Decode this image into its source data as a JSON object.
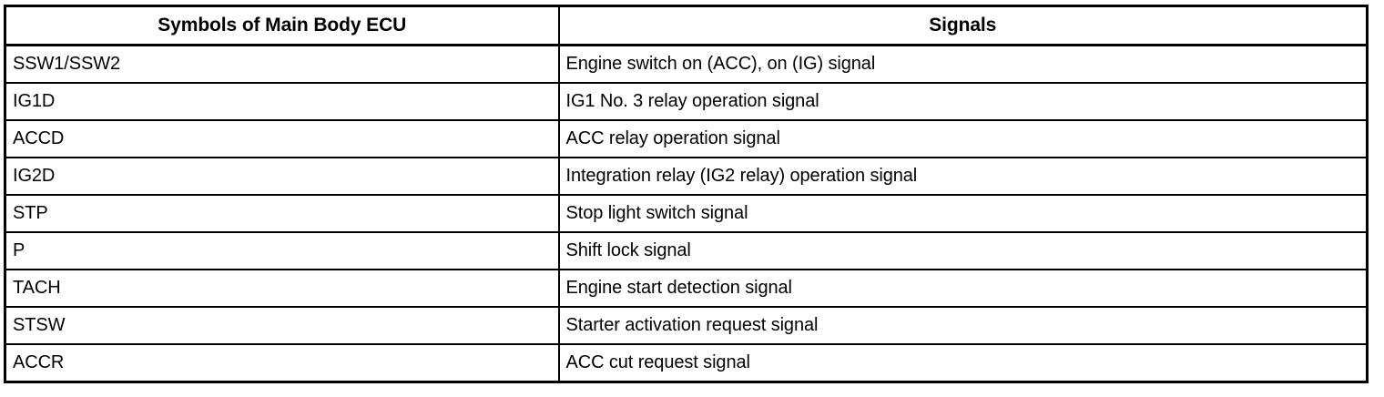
{
  "table": {
    "columns": [
      {
        "key": "symbol",
        "label": "Symbols of Main Body ECU"
      },
      {
        "key": "signal",
        "label": "Signals"
      }
    ],
    "rows": [
      {
        "symbol": "SSW1/SSW2",
        "signal": "Engine switch on (ACC), on (IG) signal"
      },
      {
        "symbol": "IG1D",
        "signal": "IG1 No. 3 relay operation signal"
      },
      {
        "symbol": "ACCD",
        "signal": "ACC relay operation signal"
      },
      {
        "symbol": "IG2D",
        "signal": "Integration relay (IG2 relay) operation signal"
      },
      {
        "symbol": "STP",
        "signal": "Stop light switch signal"
      },
      {
        "symbol": "P",
        "signal": "Shift lock signal"
      },
      {
        "symbol": "TACH",
        "signal": "Engine start detection signal"
      },
      {
        "symbol": "STSW",
        "signal": "Starter activation request signal"
      },
      {
        "symbol": "ACCR",
        "signal": "ACC cut request signal"
      }
    ]
  },
  "colors": {
    "border": "#000000",
    "text": "#000000",
    "background": "#ffffff"
  }
}
